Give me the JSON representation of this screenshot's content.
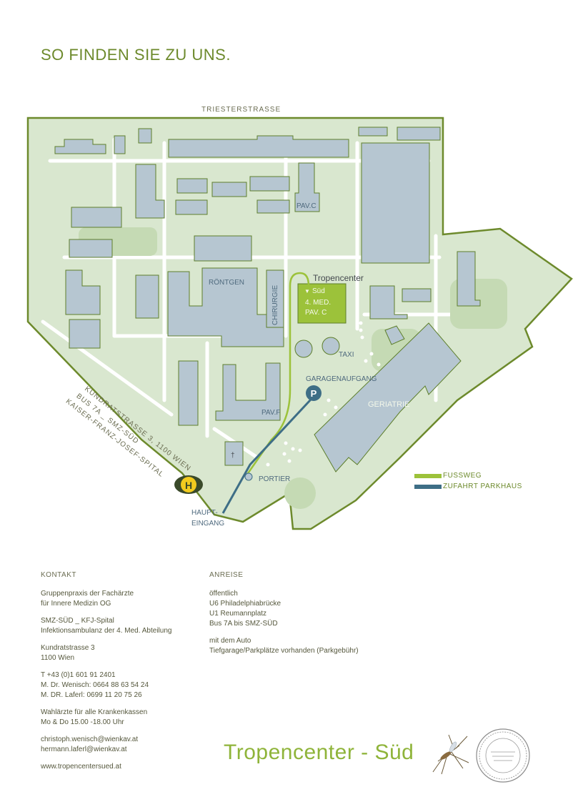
{
  "heading": "SO FINDEN SIE ZU UNS.",
  "colors": {
    "campus": "#d9e7cf",
    "building": "#b6c6d1",
    "building_outline": "#5e7f2c",
    "footpath": "#9cc23a",
    "driveway": "#3e6e86",
    "accent_green": "#8fb43a",
    "headline": "#6d8a2c"
  },
  "map": {
    "street_top": "TRIESTERSTRASSE",
    "street_left": [
      "KUNDRATSTRASSE 3, 1100 WIEN",
      "BUS 7A  _  SMZ-SÜD",
      "KAISER-FRANZ-JOSEF-SPITAL"
    ],
    "labels": {
      "pav_c": "PAV.C",
      "roentgen": "RÖNTGEN",
      "chirurgie": "CHIRURGIE",
      "tropencenter": "Tropencenter",
      "sued": "Süd",
      "med": "4. MED.",
      "pav_c2": "PAV. C",
      "taxi": "TAXI",
      "garagenaufgang": "GARAGENAUFGANG",
      "parking": "P",
      "geriatrie": "GERIATRIE",
      "pav_f": "PAV.F",
      "portier": "PORTIER",
      "haupt": "HAUPT-",
      "eingang": "EINGANG",
      "bus_stop": "H",
      "chapel": "†"
    }
  },
  "legend": {
    "footpath": "FUSSWEG",
    "driveway": "ZUFAHRT PARKHAUS"
  },
  "contact": {
    "heading": "KONTAKT",
    "practice": [
      "Gruppenpraxis der Fachärzte",
      "für Innere Medizin OG"
    ],
    "hospital": [
      "SMZ-SÜD _ KFJ-Spital",
      "Infektionsambulanz der 4. Med. Abteilung"
    ],
    "address": [
      "Kundratstrasse 3",
      "1100 Wien"
    ],
    "phones": [
      "T +43 (0)1 601 91 2401",
      "M. Dr. Wenisch: 0664 88 63 54 24",
      "M. DR. Laferl: 0699 11 20 75 26"
    ],
    "hours": [
      "Wahlärzte für alle Krankenkassen",
      "Mo & Do 15.00 -18.00 Uhr"
    ],
    "emails": [
      "christoph.wenisch@wienkav.at",
      "hermann.laferl@wienkav.at"
    ],
    "web": "www.tropencentersued.at"
  },
  "arrival": {
    "heading": "ANREISE",
    "public_transport": [
      "öffentlich",
      "U6 Philadelphiabrücke",
      "U1 Reumannplatz",
      "Bus 7A bis SMZ-SÜD"
    ],
    "car": [
      "mit dem Auto",
      "Tiefgarage/Parkplätze vorhanden (Parkgebühr)"
    ]
  },
  "brand": "Tropencenter - Süd"
}
